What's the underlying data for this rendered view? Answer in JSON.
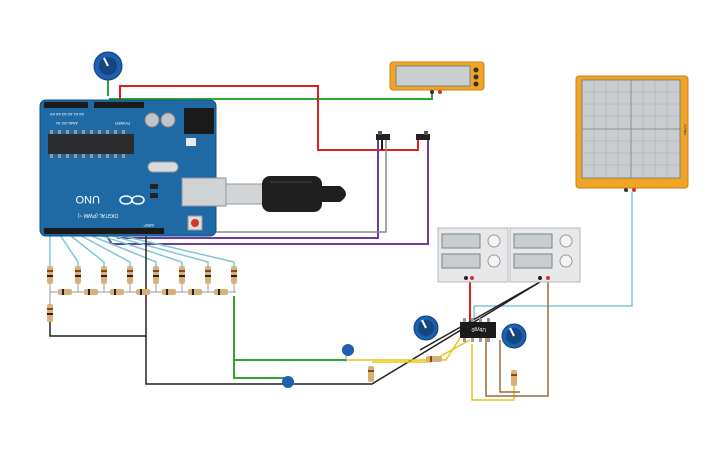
{
  "arduino": {
    "brand": "UNO",
    "digital_label": "DIGITAL (PWM ~)",
    "power_label": "POWER",
    "analog_label": "ANALOG IN",
    "reset_label": "RESET",
    "aref_label": "AREF",
    "pwm_header": "~ ~ ~",
    "analog_pins": "A0 A1 A2 A3 A4 A5",
    "power_pins": "IOREF RESET 3.3V 5V GND GND Vin"
  },
  "ic": {
    "label": "Ubyg0"
  },
  "oscilloscope": {
    "label": "1V/div"
  },
  "multimeter": {
    "display": ""
  },
  "colors": {
    "board": "#1f6aa5",
    "wire_red": "#e0201c",
    "wire_green": "#2aa830",
    "wire_black": "#222222",
    "wire_purple": "#6b3fa0",
    "wire_cyan": "#7fc7d6",
    "wire_yellow": "#e8c619",
    "wire_brown": "#9b6a3a",
    "orange_device": "#f2a424",
    "capacitor": "#1d5fb3"
  },
  "icons": [
    "potentiometer-icon",
    "usb-cable-icon",
    "slide-switch-icon",
    "resistor-icon",
    "capacitor-icon",
    "power-supply-icon"
  ]
}
